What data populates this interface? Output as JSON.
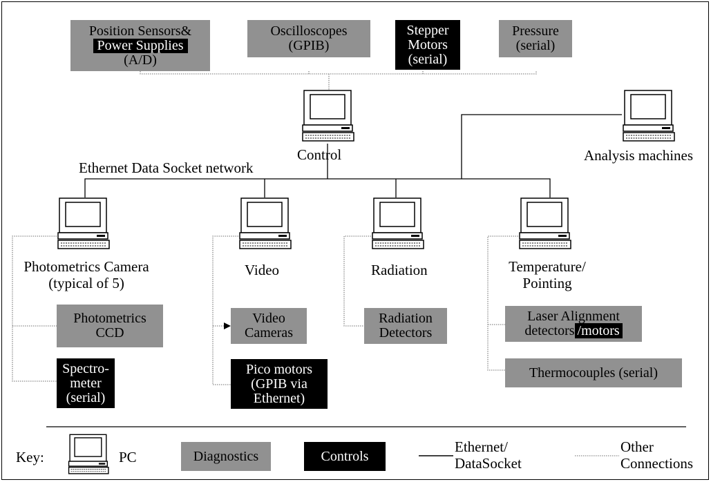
{
  "colors": {
    "diagnostics": "#919191",
    "controls": "#000000",
    "ethernet_line": "#000000",
    "other_line": "#8a8a8a"
  },
  "top_devices": {
    "position": {
      "line1": "Position Sensors&",
      "line2": "Power Supplies",
      "line3": "(A/D)"
    },
    "oscilloscopes": {
      "line1": "Oscilloscopes",
      "line2": "(GPIB)"
    },
    "stepper": {
      "line1": "Stepper",
      "line2": "Motors",
      "line3": "(serial)"
    },
    "pressure": {
      "line1": "Pressure",
      "line2": "(serial)"
    }
  },
  "nodes": {
    "control": "Control",
    "analysis": "Analysis machines",
    "network": "Ethernet Data Socket network",
    "photometrics": {
      "line1": "Photometrics Camera",
      "line2": "(typical of 5)"
    },
    "video": "Video",
    "radiation": "Radiation",
    "temperature": {
      "line1": "Temperature/",
      "line2": "Pointing"
    }
  },
  "sub_devices": {
    "photometrics_ccd": {
      "line1": "Photometrics",
      "line2": "CCD"
    },
    "spectrometer": {
      "line1": "Spectro-",
      "line2": "meter",
      "line3": "(serial)"
    },
    "video_cameras": {
      "line1": "Video",
      "line2": "Cameras"
    },
    "pico_motors": {
      "line1": "Pico motors",
      "line2": "(GPIB via",
      "line3": "Ethernet)"
    },
    "radiation_detectors": {
      "line1": "Radiation",
      "line2": "Detectors"
    },
    "laser": {
      "line1": "Laser Alignment",
      "line2a": "detectors",
      "line2b": "/motors"
    },
    "thermocouples": "Thermocouples (serial)"
  },
  "key": {
    "title": "Key:",
    "pc": "PC",
    "diagnostics": "Diagnostics",
    "controls": "Controls",
    "ethernet": {
      "line1": "Ethernet/",
      "line2": "DataSocket"
    },
    "other": {
      "line1": "Other",
      "line2": "Connections"
    }
  }
}
